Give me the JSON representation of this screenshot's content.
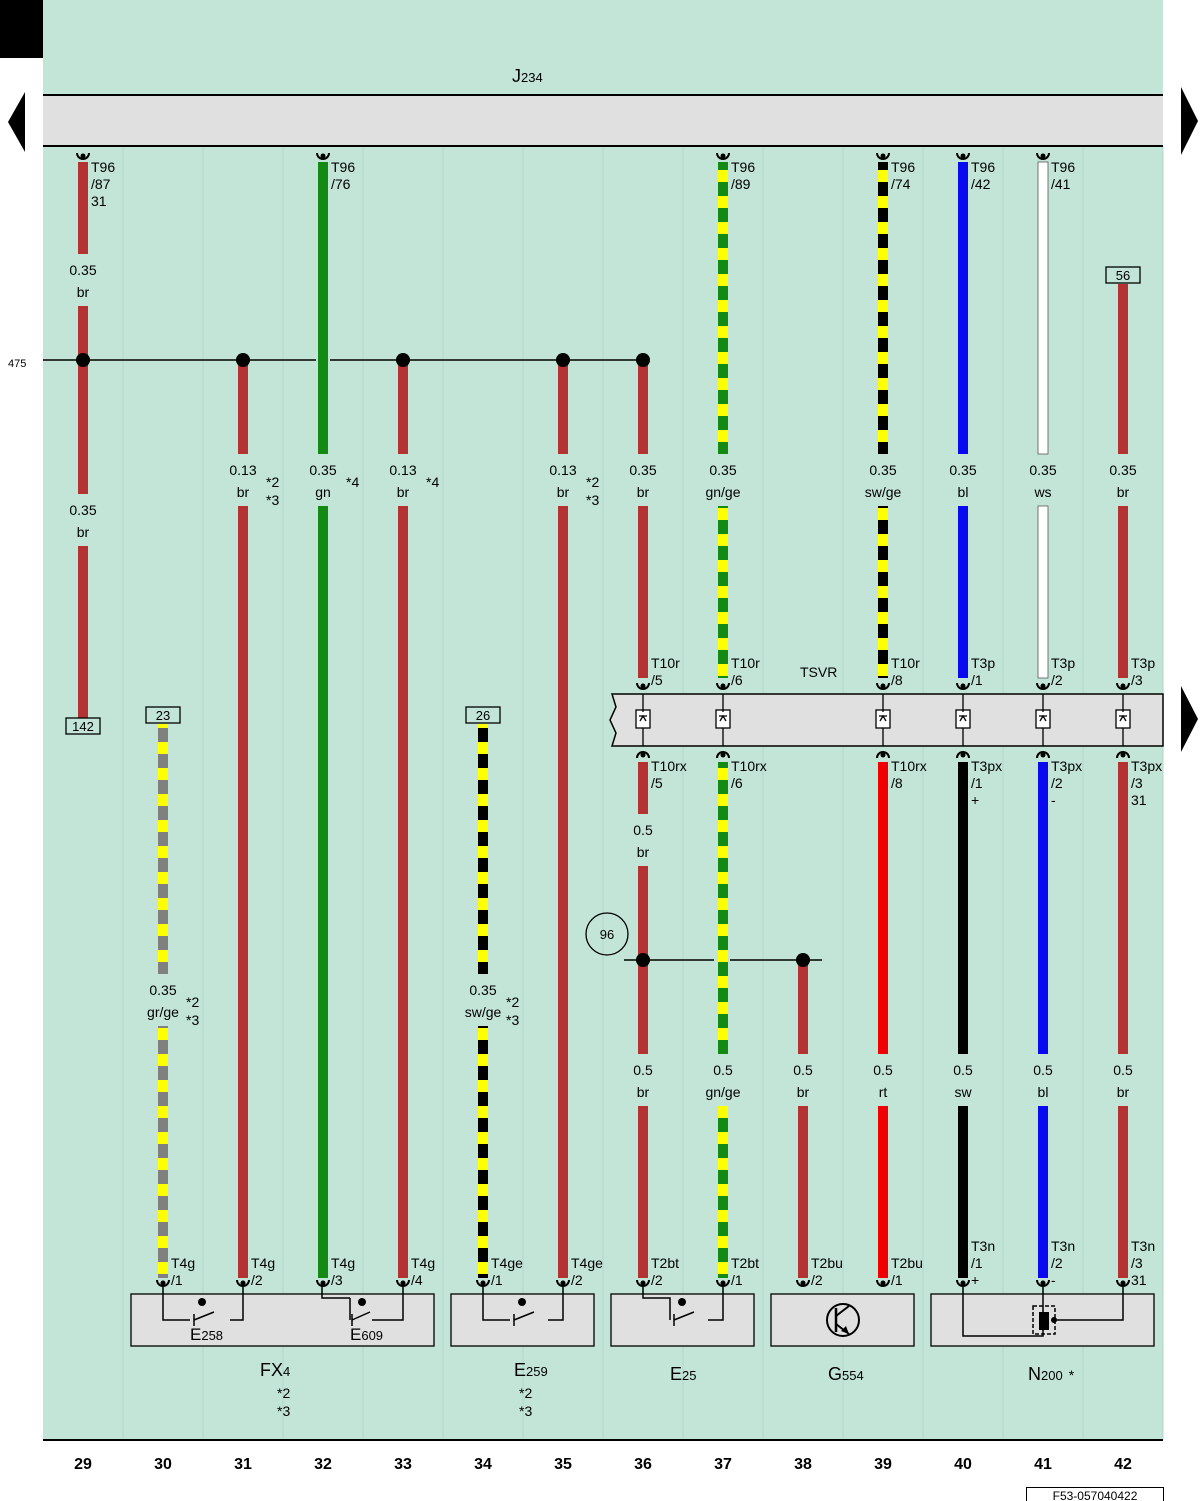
{
  "control_unit": {
    "name": "J",
    "sub": "234"
  },
  "connector_station": {
    "label": "TSVR"
  },
  "ground_ref": "475",
  "splice_ref": "96",
  "footer_code": "F53-057040422",
  "column_numbers": [
    "29",
    "30",
    "31",
    "32",
    "33",
    "34",
    "35",
    "36",
    "37",
    "38",
    "39",
    "40",
    "41",
    "42"
  ],
  "wires": [
    {
      "id": "w29",
      "col": 29,
      "pin": [
        "T96",
        "/87",
        "31"
      ],
      "segments": [
        {
          "size": "0.35",
          "color": "br"
        },
        {
          "size": "0.35",
          "color": "br"
        }
      ],
      "ref": "142"
    },
    {
      "id": "w31",
      "col": 31,
      "segments": [
        {
          "size": "0.13",
          "color": "br",
          "notes": [
            "*2",
            "*3"
          ]
        }
      ],
      "bottom_pin": [
        "T4g",
        "/2"
      ]
    },
    {
      "id": "w32",
      "col": 32,
      "pin": [
        "T96",
        "/76"
      ],
      "segments": [
        {
          "size": "0.35",
          "color": "gn",
          "notes": [
            "*4"
          ]
        }
      ],
      "bottom_pin": [
        "T4g",
        "/3"
      ]
    },
    {
      "id": "w33",
      "col": 33,
      "segments": [
        {
          "size": "0.13",
          "color": "br",
          "notes": [
            "*4"
          ]
        }
      ],
      "bottom_pin": [
        "T4g",
        "/4"
      ]
    },
    {
      "id": "w35",
      "col": 35,
      "segments": [
        {
          "size": "0.13",
          "color": "br",
          "notes": [
            "*2",
            "*3"
          ]
        }
      ],
      "bottom_pin": [
        "T4ge",
        "/2"
      ]
    },
    {
      "id": "w36",
      "col": 36,
      "segments": [
        {
          "size": "0.35",
          "color": "br"
        },
        {
          "size": "0.5",
          "color": "br"
        },
        {
          "size": "0.5",
          "color": "br"
        }
      ],
      "mid_pin_top": [
        "T10r",
        "/5"
      ],
      "mid_pin_bot": [
        "T10rx",
        "/5"
      ],
      "bottom_pin": [
        "T2bt",
        "/2"
      ]
    },
    {
      "id": "w37",
      "col": 37,
      "pin": [
        "T96",
        "/89"
      ],
      "segments": [
        {
          "size": "0.35",
          "color": "gn/ge"
        },
        {
          "size": "0.5",
          "color": "gn/ge"
        }
      ],
      "mid_pin_top": [
        "T10r",
        "/6"
      ],
      "mid_pin_bot": [
        "T10rx",
        "/6"
      ],
      "bottom_pin": [
        "T2bt",
        "/1"
      ]
    },
    {
      "id": "w38",
      "col": 38,
      "segments": [
        {
          "size": "0.5",
          "color": "br"
        }
      ],
      "bottom_pin": [
        "T2bu",
        "/2"
      ]
    },
    {
      "id": "w39",
      "col": 39,
      "pin": [
        "T96",
        "/74"
      ],
      "segments": [
        {
          "size": "0.35",
          "color": "sw/ge"
        },
        {
          "size": "0.5",
          "color": "rt"
        }
      ],
      "mid_pin_top": [
        "T10r",
        "/8"
      ],
      "mid_pin_bot": [
        "T10rx",
        "/8"
      ],
      "bottom_pin": [
        "T2bu",
        "/1"
      ]
    },
    {
      "id": "w40",
      "col": 40,
      "pin": [
        "T96",
        "/42"
      ],
      "segments": [
        {
          "size": "0.35",
          "color": "bl"
        },
        {
          "size": "0.5",
          "color": "sw"
        }
      ],
      "mid_pin_top": [
        "T3p",
        "/1"
      ],
      "mid_pin_bot": [
        "T3px",
        "/1",
        "+"
      ],
      "bottom_pin": [
        "T3n",
        "/1",
        "+"
      ]
    },
    {
      "id": "w41",
      "col": 41,
      "pin": [
        "T96",
        "/41"
      ],
      "segments": [
        {
          "size": "0.35",
          "color": "ws"
        },
        {
          "size": "0.5",
          "color": "bl"
        }
      ],
      "mid_pin_top": [
        "T3p",
        "/2"
      ],
      "mid_pin_bot": [
        "T3px",
        "/2",
        "-"
      ],
      "bottom_pin": [
        "T3n",
        "/2",
        "-"
      ]
    },
    {
      "id": "w42",
      "col": 42,
      "ref_top": "56",
      "segments": [
        {
          "size": "0.35",
          "color": "br"
        },
        {
          "size": "0.5",
          "color": "br"
        }
      ],
      "mid_pin_top": [
        "T3p",
        "/3"
      ],
      "mid_pin_bot": [
        "T3px",
        "/3",
        "31"
      ],
      "bottom_pin": [
        "T3n",
        "/3",
        "31"
      ]
    },
    {
      "id": "w30",
      "col": 30,
      "ref_top": "23",
      "segments": [
        {
          "size": "0.35",
          "color": "gr/ge",
          "notes": [
            "*2",
            "*3"
          ]
        }
      ],
      "bottom_pin": [
        "T4g",
        "/1"
      ]
    },
    {
      "id": "w34",
      "col": 34,
      "ref_top": "26",
      "segments": [
        {
          "size": "0.35",
          "color": "sw/ge",
          "notes": [
            "*2",
            "*3"
          ]
        }
      ],
      "bottom_pin": [
        "T4ge",
        "/1"
      ]
    }
  ],
  "components": [
    {
      "id": "fx4",
      "name": "FX",
      "sub": "4",
      "notes": [
        "*2",
        "*3"
      ],
      "parts": [
        {
          "name": "E",
          "sub": "258"
        },
        {
          "name": "E",
          "sub": "609"
        }
      ]
    },
    {
      "id": "e259",
      "name": "E",
      "sub": "259",
      "notes": [
        "*2",
        "*3"
      ]
    },
    {
      "id": "e25",
      "name": "E",
      "sub": "25"
    },
    {
      "id": "g554",
      "name": "G",
      "sub": "554"
    },
    {
      "id": "n200",
      "name": "N",
      "sub": "200",
      "star": "*"
    }
  ]
}
